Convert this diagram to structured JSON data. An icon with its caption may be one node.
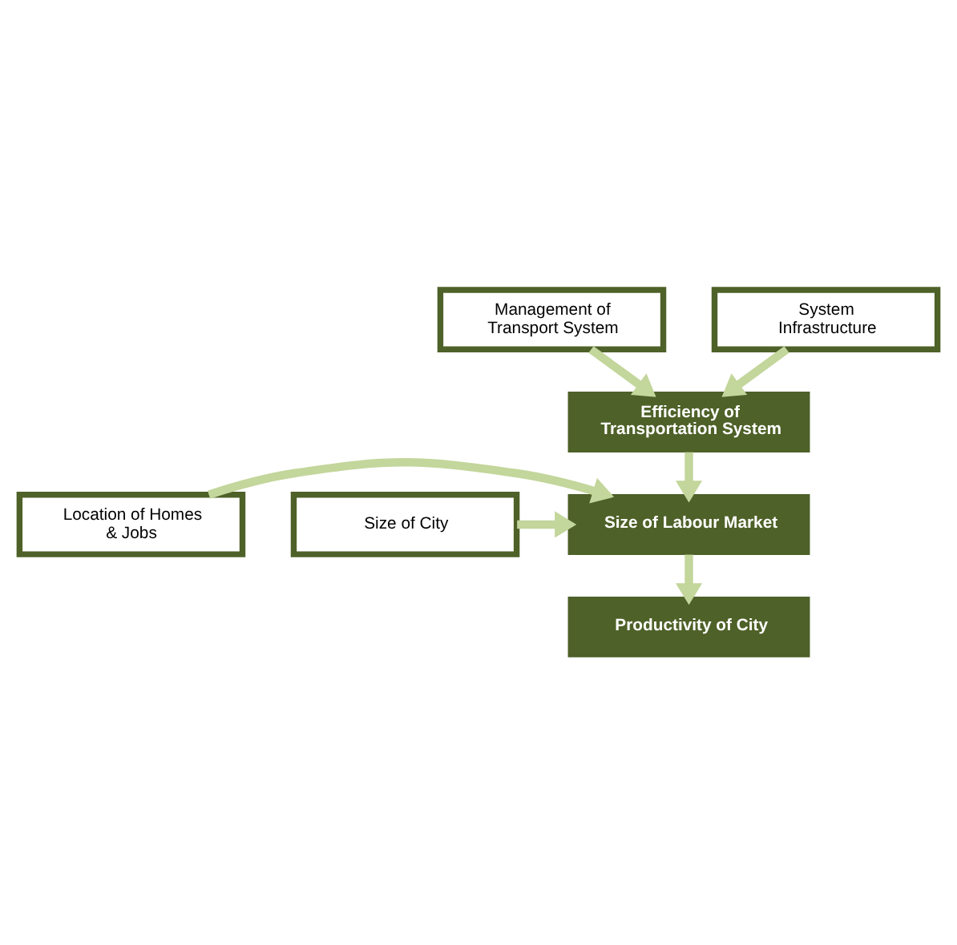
{
  "diagram": {
    "nodes": [
      {
        "text": [
          "Management of Transport System"
        ]
      },
      {
        "text": [
          "System Infrastructure"
        ]
      },
      {
        "text": [
          "Efficiency of Transportation System"
        ]
      },
      {
        "text": [
          "Location of Homes & Jobs"
        ]
      },
      {
        "text": [
          "Size of City"
        ]
      },
      {
        "text": [
          "Size of Labour Market"
        ]
      },
      {
        "text": [
          "Productivity of City"
        ]
      }
    ],
    "edges": [
      {
        "from": 0,
        "to": 2,
        "arrow": "to"
      },
      {
        "from": 1,
        "to": 2,
        "arrow": "to"
      },
      {
        "from": 2,
        "to": 5,
        "arrow": "to"
      },
      {
        "from": 3,
        "to": 5,
        "arrow": "to"
      },
      {
        "from": 4,
        "to": 5,
        "arrow": "to"
      },
      {
        "from": 5,
        "to": 6,
        "arrow": "to"
      }
    ]
  }
}
